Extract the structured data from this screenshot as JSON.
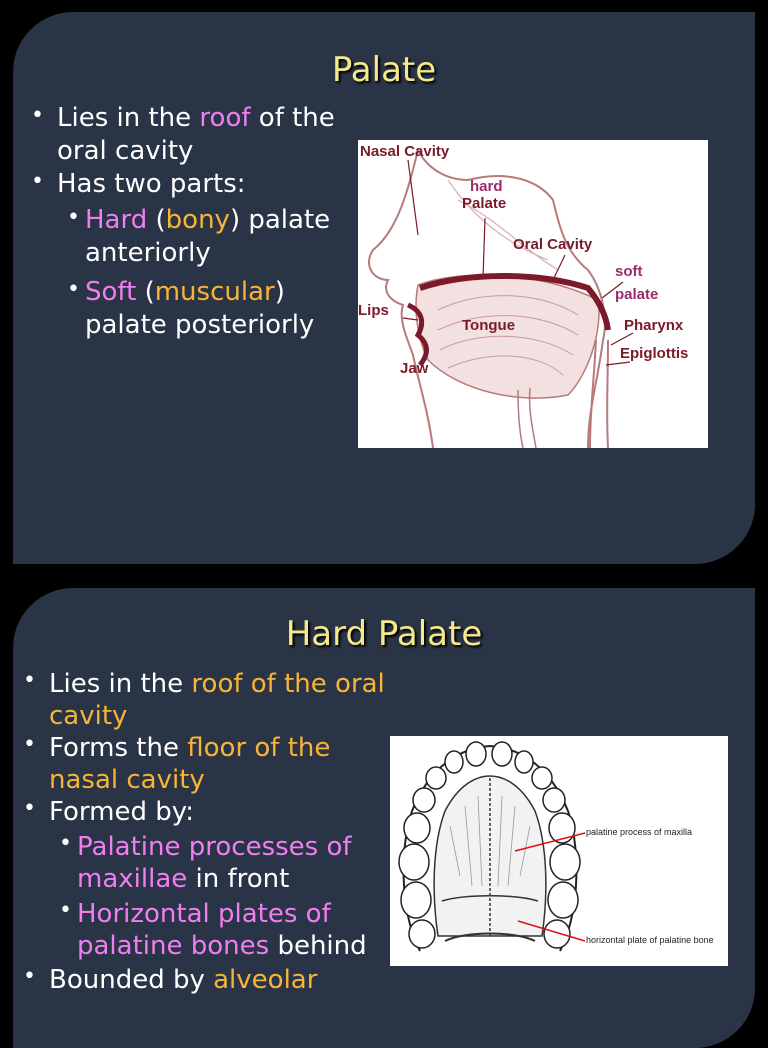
{
  "slide1": {
    "title": "Palate",
    "b1": {
      "t1": "Lies in the ",
      "hl": "roof",
      "t2": " of the oral cavity"
    },
    "b2": {
      "t1": "Has two parts:"
    },
    "b3": {
      "hl1": "Hard",
      "t1": " (",
      "hl2": "bony",
      "t2": ") palate anteriorly"
    },
    "b4": {
      "hl1": "Soft",
      "t1": " (",
      "hl2": "muscular",
      "t2": ") palate posteriorly"
    },
    "figure": {
      "nasal_cavity": "Nasal Cavity",
      "hard": "hard",
      "palate": "Palate",
      "oral_cavity": "Oral Cavity",
      "soft": "soft",
      "soft_palate": "palate",
      "lips": "Lips",
      "tongue": "Tongue",
      "pharynx": "Pharynx",
      "epiglottis": "Epiglottis",
      "jaw": "Jaw"
    }
  },
  "slide2": {
    "title": "Hard Palate",
    "b1": {
      "t1": "Lies in the ",
      "hl": "roof of the oral cavity"
    },
    "b2": {
      "t1": "Forms the ",
      "hl": "floor of the nasal cavity"
    },
    "b3": {
      "t1": "Formed by:"
    },
    "b4": {
      "hl": "Palatine processes of maxillae",
      "t1": " in front"
    },
    "b5": {
      "hl": "Horizontal plates of palatine bones",
      "t1": " behind"
    },
    "b6": {
      "t1": "Bounded by ",
      "hl": "alveolar"
    },
    "figure": {
      "label1": "palatine process of maxilla",
      "label2": "horizontal plate of palatine bone"
    }
  },
  "colors": {
    "background": "#2a3447",
    "title": "#f5e98a",
    "pink": "#f07ef0",
    "orange": "#f8b534"
  }
}
